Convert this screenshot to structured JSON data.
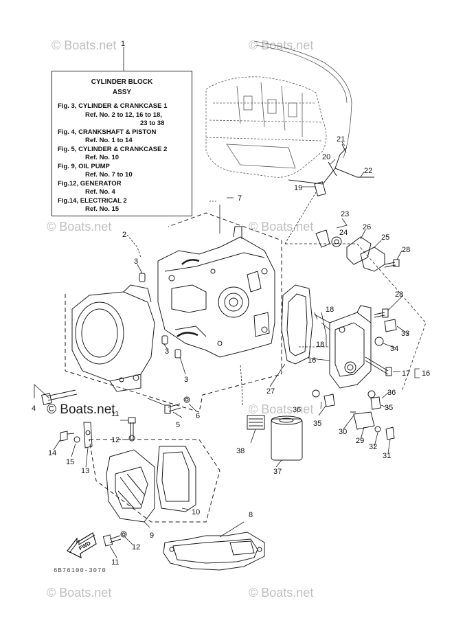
{
  "watermark": "© Boats.net",
  "ref_box": {
    "title": "CYLINDER BLOCK",
    "subtitle": "ASSY",
    "lines": [
      {
        "text": "Fig. 3, CYLINDER & CRANKCASE 1",
        "indent": 0
      },
      {
        "text": "Ref. No. 2 to 12, 16 to 18,",
        "indent": 1
      },
      {
        "text": "23 to 38",
        "indent": 2
      },
      {
        "text": "Fig. 4, CRANKSHAFT & PISTON",
        "indent": 0
      },
      {
        "text": "Ref. No. 1 to 14",
        "indent": 1
      },
      {
        "text": "Fig. 5, CYLINDER & CRANKCASE 2",
        "indent": 0
      },
      {
        "text": "Ref. No. 10",
        "indent": 1
      },
      {
        "text": "Fig. 9, OIL PUMP",
        "indent": 0
      },
      {
        "text": "Ref. No. 7 to 10",
        "indent": 1
      },
      {
        "text": "Fig.12, GENERATOR",
        "indent": 0
      },
      {
        "text": "Ref. No. 4",
        "indent": 1
      },
      {
        "text": "Fig.14, ELECTRICAL 2",
        "indent": 0
      },
      {
        "text": "Ref. No. 15",
        "indent": 1
      }
    ]
  },
  "callouts": {
    "n1": "1",
    "n2": "2",
    "n3a": "3",
    "n3b": "3",
    "n3c": "3",
    "n4": "4",
    "n5": "5",
    "n6": "6",
    "n7": "7",
    "n8": "8",
    "n9": "9",
    "n10": "10",
    "n11a": "11",
    "n11b": "11",
    "n12a": "12",
    "n12b": "12",
    "n13": "13",
    "n14": "14",
    "n15": "15",
    "n16a": "16",
    "n16b": "16",
    "n17": "17",
    "n18a": "18",
    "n18b": "18",
    "n19": "19",
    "n20": "20",
    "n21": "21",
    "n22": "22",
    "n23": "23",
    "n24": "24",
    "n25": "25",
    "n26": "26",
    "n27": "27",
    "n28a": "28",
    "n28b": "28",
    "n29": "29",
    "n30": "30",
    "n31": "31",
    "n32": "32",
    "n33": "33",
    "n34": "34",
    "n35a": "35",
    "n35b": "35",
    "n36a": "36",
    "n36b": "36",
    "n37": "37",
    "n38": "38"
  },
  "fwd_label": "FWD",
  "diagram_code": "6B76100-3070"
}
